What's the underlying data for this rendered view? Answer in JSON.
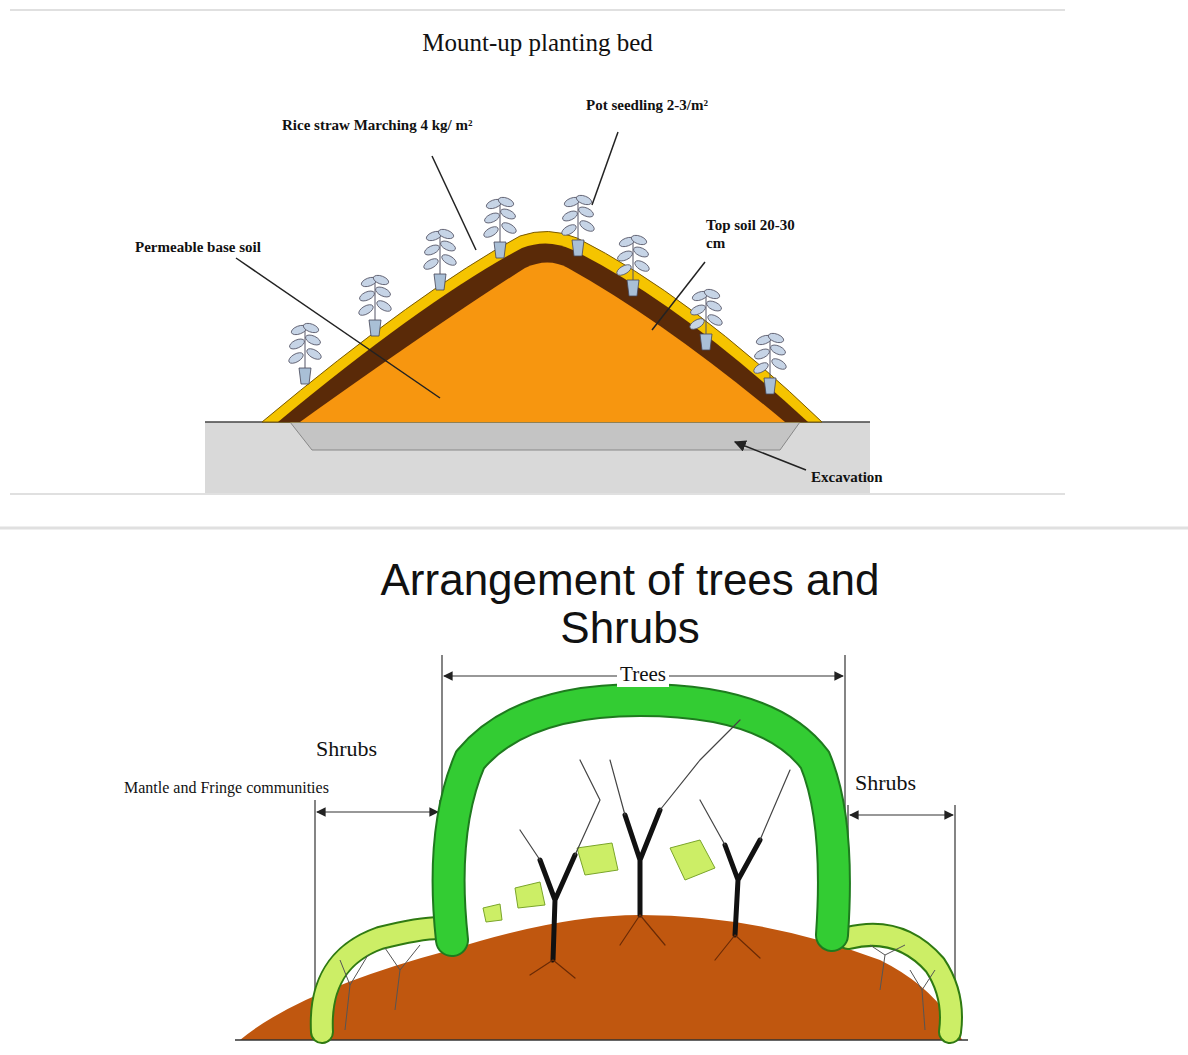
{
  "diagram": {
    "title": "Mount-up planting bed",
    "labels": [
      "Pot seedling 2-3/m²",
      "Rice straw Marching 4 kg/ m²",
      "Top soil 20-30 cm",
      "Permeable base soil",
      "Excavation",
      "Arrangement of trees and Shrubs",
      "Trees",
      "Shrubs",
      "Mantle and Fringe communities",
      "Shrubs"
    ]
  }
}
